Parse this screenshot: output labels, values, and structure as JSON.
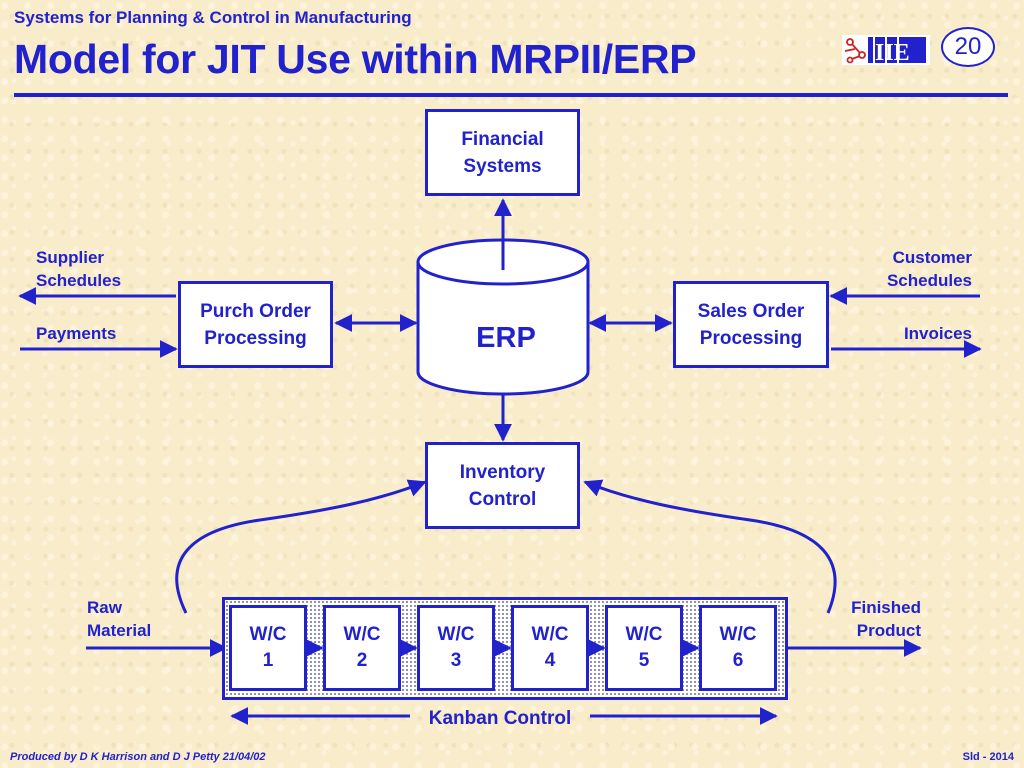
{
  "header": {
    "subtitle": "Systems for Planning & Control in Manufacturing",
    "title": "Model for JIT Use within MRPII/ERP",
    "slide_number": "20",
    "logo_text": "IIE"
  },
  "diagram": {
    "financial": "Financial\nSystems",
    "erp": "ERP",
    "purch_order": "Purch Order\nProcessing",
    "sales_order": "Sales Order\nProcessing",
    "inventory": "Inventory\nControl",
    "supplier_schedules": "Supplier\nSchedules",
    "payments": "Payments",
    "customer_schedules": "Customer\nSchedules",
    "invoices": "Invoices",
    "raw_material": "Raw\nMaterial",
    "finished_product": "Finished\nProduct",
    "kanban": "Kanban Control",
    "work_centres": [
      "W/C\n1",
      "W/C\n2",
      "W/C\n3",
      "W/C\n4",
      "W/C\n5",
      "W/C\n6"
    ]
  },
  "footer": {
    "left": "Produced by D K Harrison and D J Petty 21/04/02",
    "right": "Sld - 2014"
  },
  "colors": {
    "accent": "#2222cc",
    "background": "#f8eccb",
    "box_fill": "#ffffff"
  }
}
